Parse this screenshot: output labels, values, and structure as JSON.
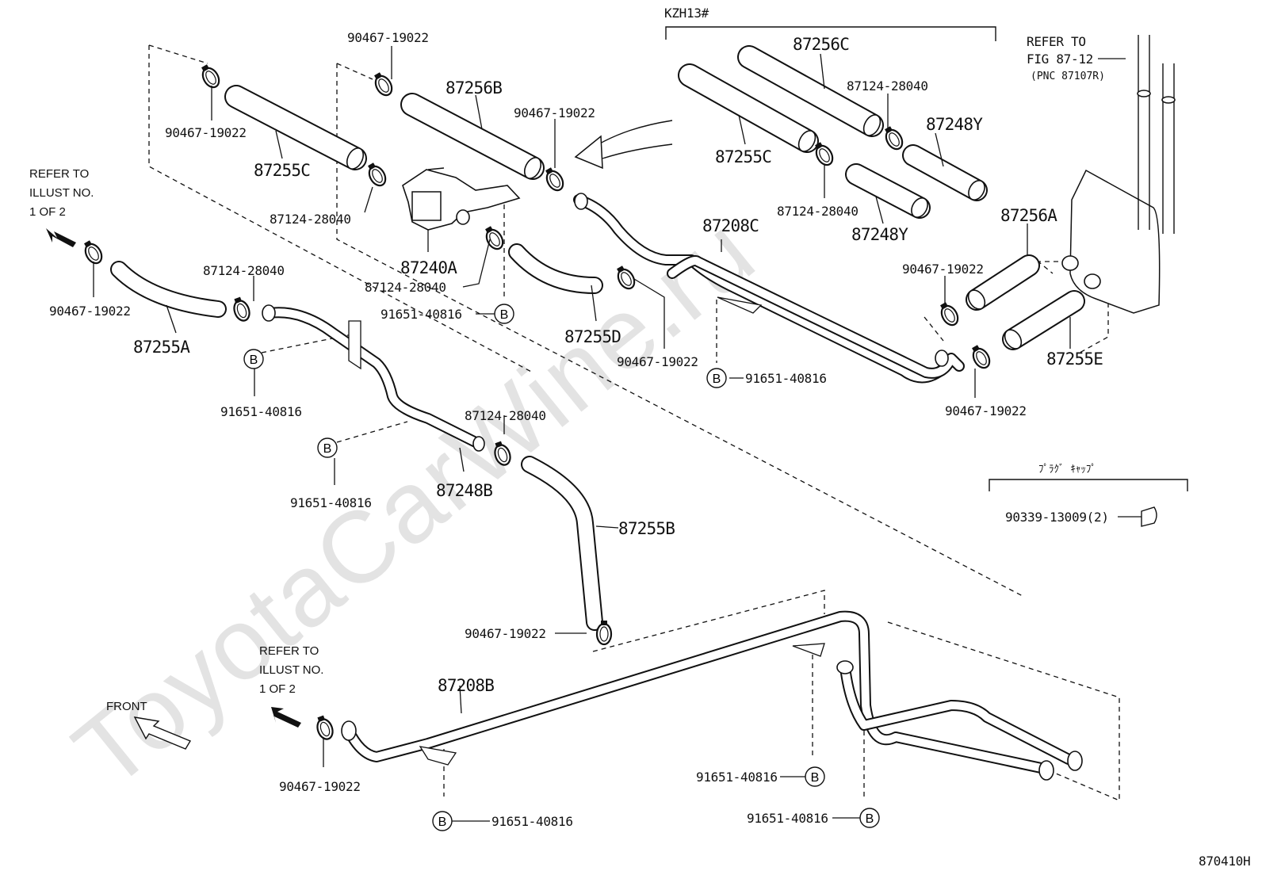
{
  "watermark": "ToyotaCarWine.ru",
  "figure_code": "870410H",
  "variant_label": "KZH13#",
  "front_label": "FRONT",
  "refer_fig": {
    "line1": "REFER TO",
    "line2": "FIG 87-12",
    "line3": "(PNC 87107R)"
  },
  "refer_illust": {
    "line1": "REFER TO",
    "line2": "ILLUST NO.",
    "line3": "1 OF 2"
  },
  "plug_cap": {
    "header": "ﾌﾟﾗｸﾞ ｷｬｯﾌﾟ",
    "part": "90339-13009(2)"
  },
  "callout_symbol": "B",
  "parts": {
    "p87255C_left": "87255C",
    "p87256B": "87256B",
    "p87256C": "87256C",
    "p87255C_right": "87255C",
    "p87248Y_a": "87248Y",
    "p87248Y_b": "87248Y",
    "p87256A": "87256A",
    "p87255E": "87255E",
    "p87208C": "87208C",
    "p87240A": "87240A",
    "p87255A": "87255A",
    "p87255D": "87255D",
    "p87248B": "87248B",
    "p87255B": "87255B",
    "p87208B": "87208B",
    "c90467_top_mid": "90467-19022",
    "c90467_top_left": "90467-19022",
    "c90467_mid": "90467-19022",
    "c90467_left": "90467-19022",
    "c90467_center": "90467-19022",
    "c90467_right_top": "90467-19022",
    "c90467_right_bottom": "90467-19022",
    "c90467_mid_low": "90467-19022",
    "c90467_bottom_left": "90467-19022",
    "c87124_top_right": "87124-28040",
    "c87124_right_low": "87124-28040",
    "c87124_left_upper": "87124-28040",
    "c87124_left_mid": "87124-28040",
    "c87124_valve": "87124-28040",
    "c87124_low": "87124-28040",
    "b91651_valve": "91651-40816",
    "b91651_left": "91651-40816",
    "b91651_left_low": "91651-40816",
    "b91651_right": "91651-40816",
    "b91651_bottom_left": "91651-40816",
    "b91651_bottom_mid": "91651-40816",
    "b91651_bottom_right": "91651-40816"
  }
}
